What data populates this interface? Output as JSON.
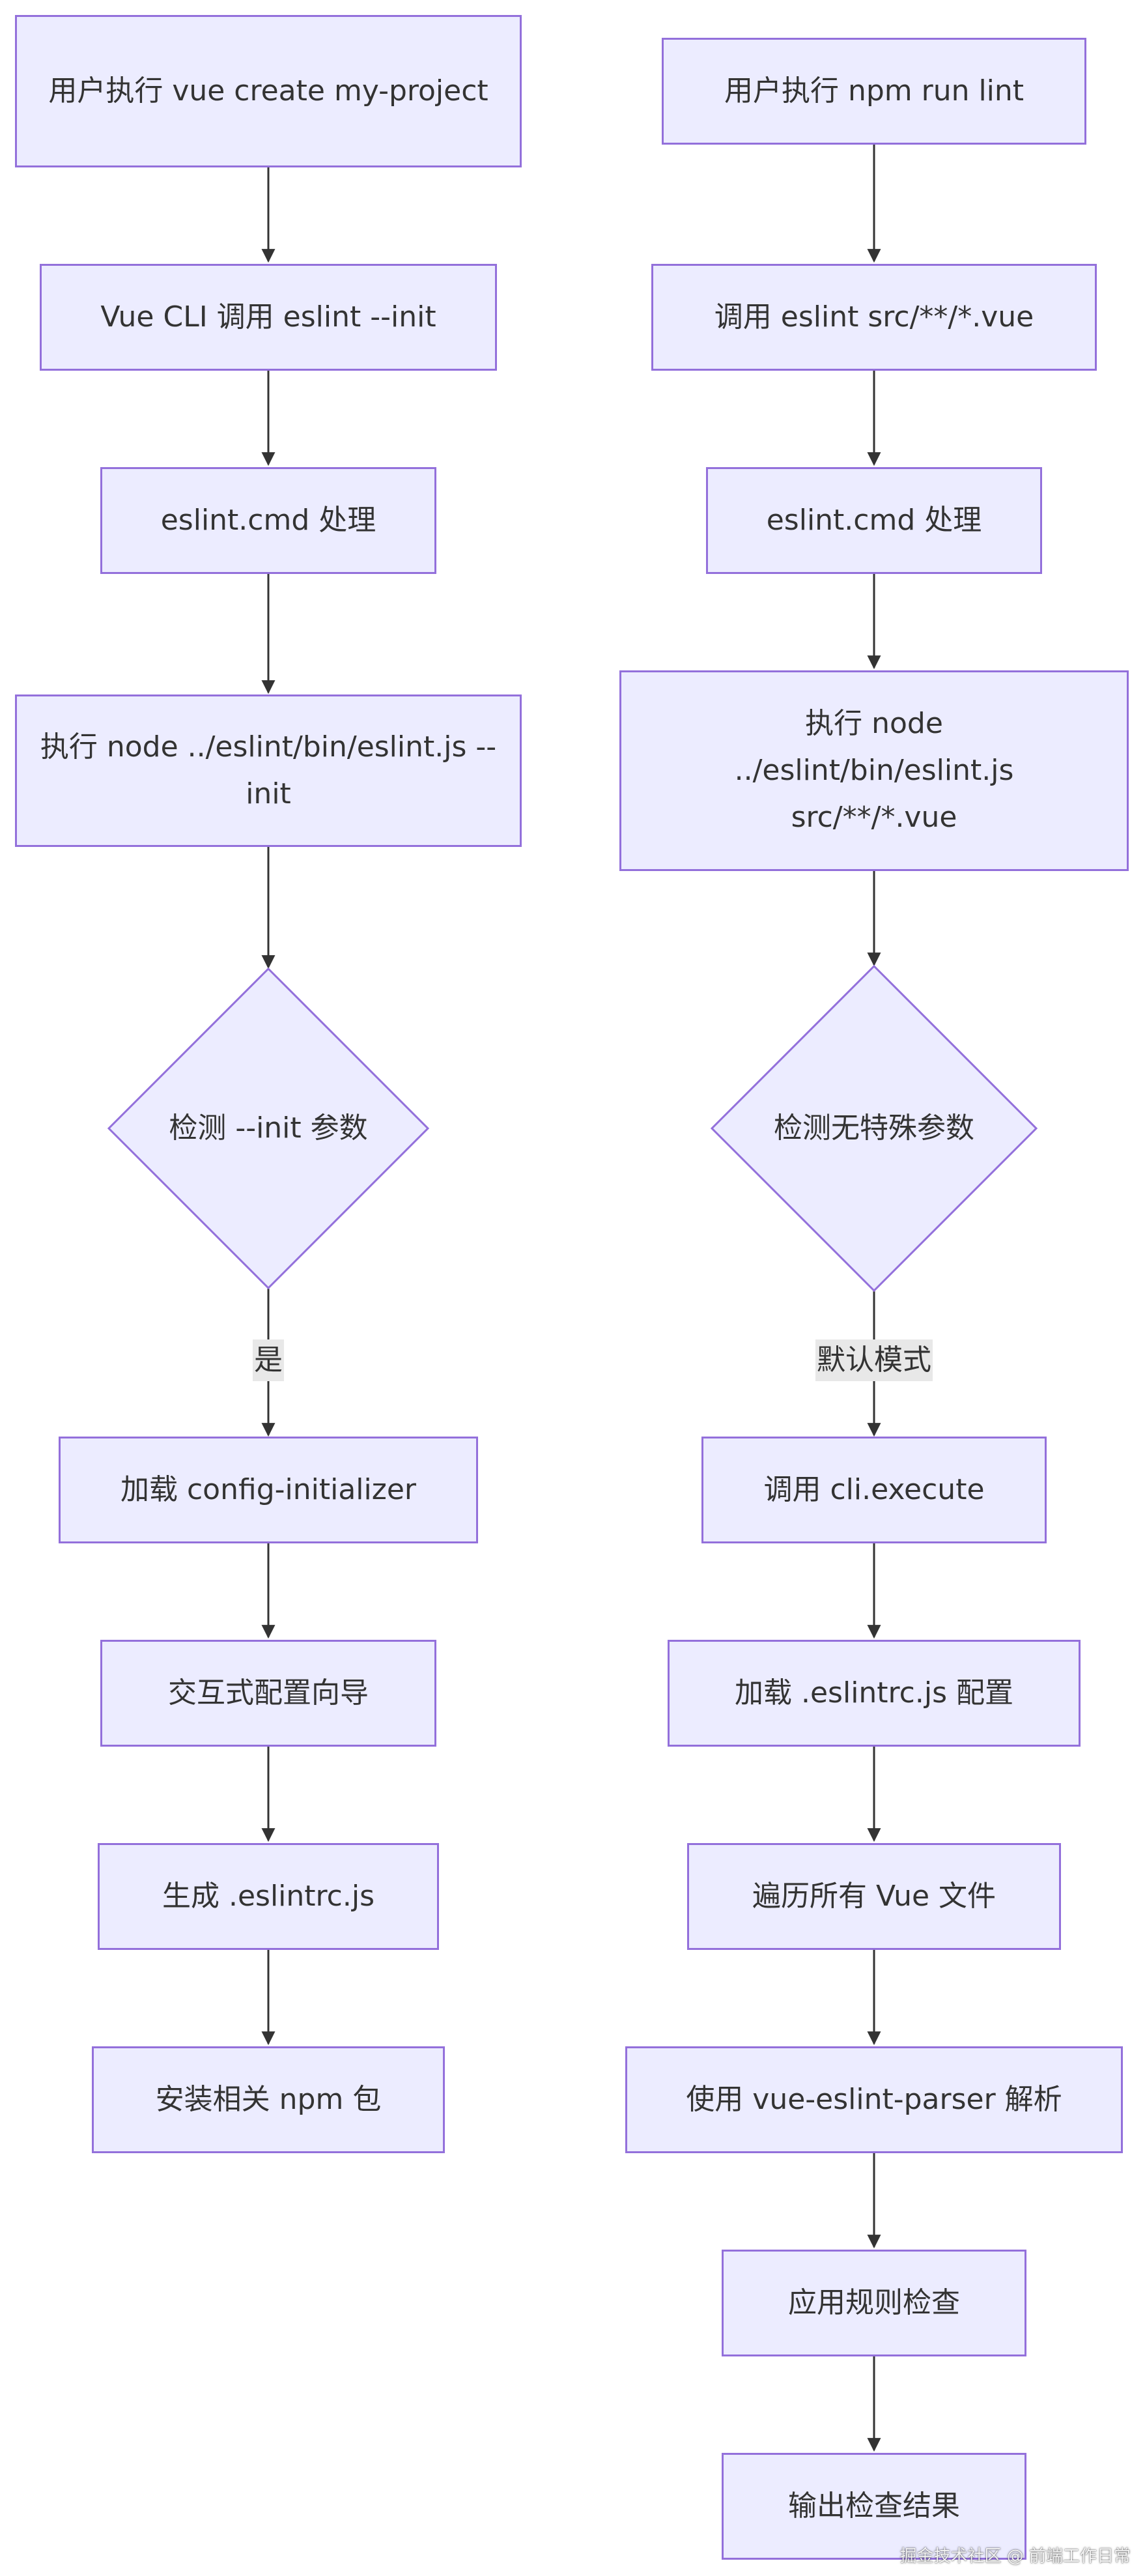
{
  "colors": {
    "node_fill": "#ececff",
    "node_stroke": "#9370db",
    "edge": "#333333",
    "text": "#333333",
    "edge_label_bg": "#e8e8e8"
  },
  "left_flow": {
    "n1": "用户执行 vue create my-project",
    "n2": "Vue CLI 调用 eslint --init",
    "n3": "eslint.cmd 处理",
    "n4": "执行 node ../eslint/bin/eslint.js --init",
    "decision": "检测 --init 参数",
    "edge_label": "是",
    "n5": "加载 config-initializer",
    "n6": "交互式配置向导",
    "n7": "生成 .eslintrc.js",
    "n8": "安装相关 npm 包"
  },
  "right_flow": {
    "n1": "用户执行 npm run lint",
    "n2": "调用 eslint src/**/*.vue",
    "n3": "eslint.cmd 处理",
    "n4": "执行 node ../eslint/bin/eslint.js src/**/*.vue",
    "decision": "检测无特殊参数",
    "edge_label": "默认模式",
    "n5": "调用 cli.execute",
    "n6": "加载 .eslintrc.js 配置",
    "n7": "遍历所有 Vue 文件",
    "n8": "使用 vue-eslint-parser 解析",
    "n9": "应用规则检查",
    "n10": "输出检查结果"
  },
  "watermark": "掘金技术社区 @ 前端工作日常"
}
